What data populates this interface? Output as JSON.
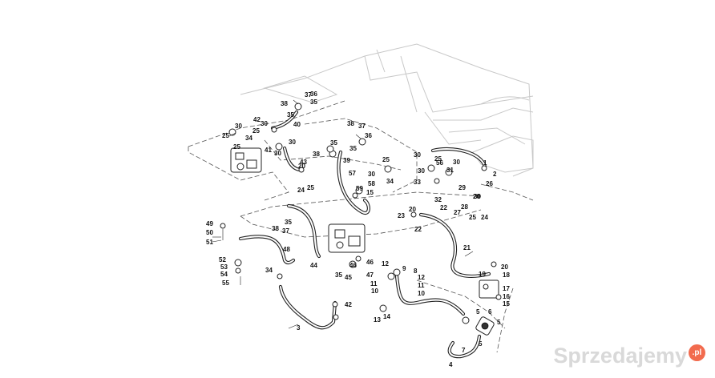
{
  "callouts": [
    "1",
    "2",
    "3",
    "4",
    "5",
    "5",
    "5",
    "6",
    "7",
    "8",
    "9",
    "10",
    "10",
    "11",
    "11",
    "12",
    "12",
    "13",
    "14",
    "15",
    "15",
    "16",
    "17",
    "18",
    "19",
    "20",
    "20",
    "20",
    "20",
    "21",
    "22",
    "22",
    "23",
    "24",
    "24",
    "25",
    "25",
    "25",
    "25",
    "25",
    "25",
    "25",
    "26",
    "27",
    "28",
    "29",
    "30",
    "30",
    "30",
    "30",
    "30",
    "30",
    "30",
    "30",
    "30",
    "31",
    "32",
    "33",
    "34",
    "34",
    "34",
    "35",
    "35",
    "35",
    "35",
    "35",
    "35",
    "36",
    "36",
    "37",
    "37",
    "37",
    "38",
    "38",
    "38",
    "38",
    "39",
    "40",
    "41",
    "42",
    "42",
    "43",
    "44",
    "45",
    "46",
    "46",
    "47",
    "48",
    "49",
    "50",
    "51",
    "52",
    "53",
    "54",
    "55",
    "56",
    "57",
    "58",
    "59"
  ],
  "watermark": {
    "text": "Sprzedajemy",
    "badge": ".pl"
  }
}
